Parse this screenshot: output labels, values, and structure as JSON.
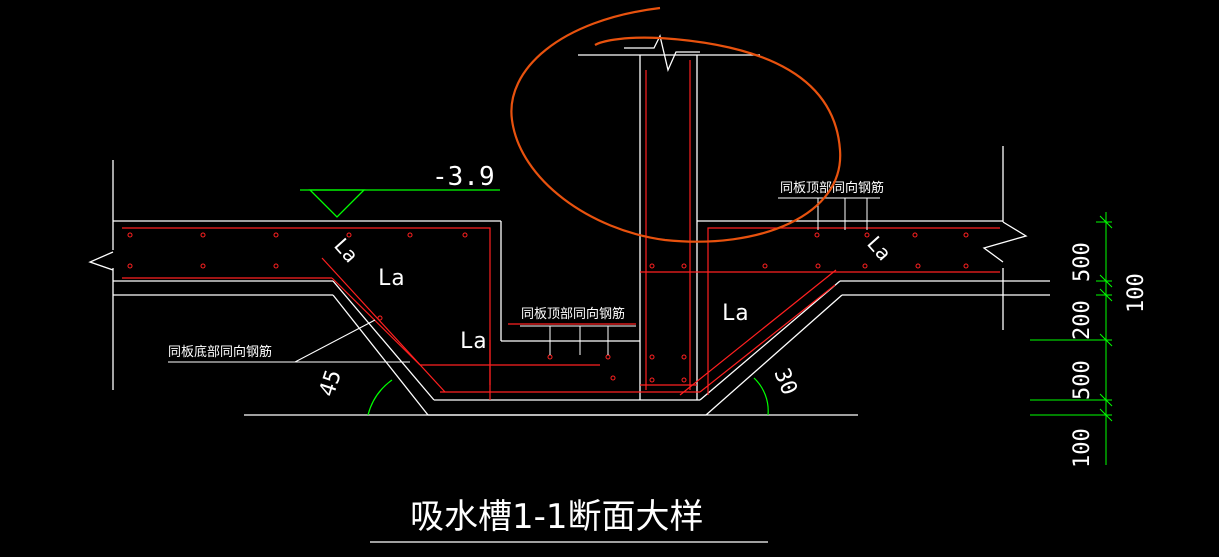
{
  "drawing": {
    "title": "吸水槽1-1断面大样",
    "elevation": "-3.9",
    "notes": {
      "top_right": "同板顶部同向钢筋",
      "middle": "同板顶部同向钢筋",
      "left": "同板底部同向钢筋"
    },
    "anchor_labels": [
      "La",
      "La",
      "La",
      "La",
      "La"
    ],
    "angles": {
      "left": "45",
      "right": "30"
    },
    "dimensions": [
      "500",
      "200",
      "500",
      "100",
      "100"
    ]
  },
  "colors": {
    "background": "#000000",
    "concrete_outline": "#ffffff",
    "rebar": "#ff2020",
    "dimension": "#00ff00",
    "markup": "#e8520e"
  }
}
